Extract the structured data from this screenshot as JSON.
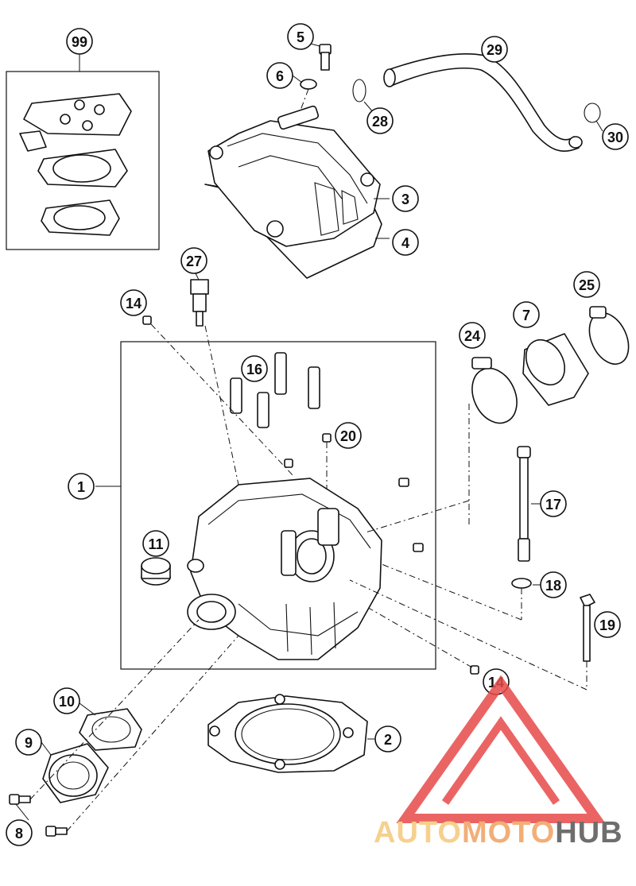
{
  "diagram": {
    "callouts": [
      {
        "id": "c99",
        "label": "99"
      },
      {
        "id": "c5",
        "label": "5"
      },
      {
        "id": "c6",
        "label": "6"
      },
      {
        "id": "c29",
        "label": "29"
      },
      {
        "id": "c28",
        "label": "28"
      },
      {
        "id": "c30",
        "label": "30"
      },
      {
        "id": "c3",
        "label": "3"
      },
      {
        "id": "c4",
        "label": "4"
      },
      {
        "id": "c27",
        "label": "27"
      },
      {
        "id": "c14a",
        "label": "14"
      },
      {
        "id": "c25",
        "label": "25"
      },
      {
        "id": "c7",
        "label": "7"
      },
      {
        "id": "c24",
        "label": "24"
      },
      {
        "id": "c16",
        "label": "16"
      },
      {
        "id": "c20",
        "label": "20"
      },
      {
        "id": "c1",
        "label": "1"
      },
      {
        "id": "c17",
        "label": "17"
      },
      {
        "id": "c11",
        "label": "11"
      },
      {
        "id": "c18",
        "label": "18"
      },
      {
        "id": "c19",
        "label": "19"
      },
      {
        "id": "c14b",
        "label": "14"
      },
      {
        "id": "c10",
        "label": "10"
      },
      {
        "id": "c2",
        "label": "2"
      },
      {
        "id": "c9",
        "label": "9"
      },
      {
        "id": "c8",
        "label": "8"
      }
    ]
  },
  "watermark": {
    "word_a": "AUTO",
    "word_b": "MOTO",
    "word_c": "HUB",
    "color_a": "#f5c87a",
    "color_b": "#f0a060",
    "color_c": "#555555",
    "logo_color": "#e84a4a"
  }
}
